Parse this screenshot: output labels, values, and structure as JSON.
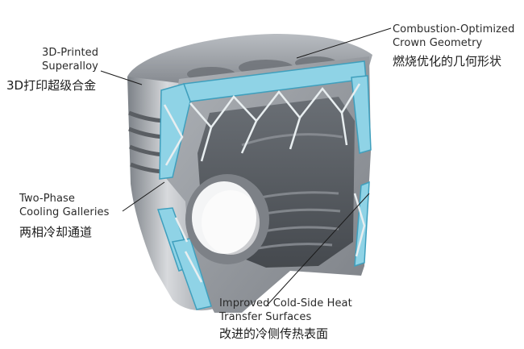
{
  "labels": {
    "crown": {
      "en_line1": "Combustion-Optimized",
      "en_line2": "Crown Geometry",
      "zh": "燃烧优化的几何形状"
    },
    "superalloy": {
      "en_line1": "3D-Printed",
      "en_line2": "Superalloy",
      "zh": "3D打印超级合金"
    },
    "cooling": {
      "en_line1": "Two-Phase",
      "en_line2": "Cooling Galleries",
      "zh": "两相冷却通道"
    },
    "transfer": {
      "en_line1": "Improved Cold-Side Heat",
      "en_line2": "Transfer Surfaces",
      "zh": "改进的冷侧传热表面"
    }
  },
  "colors": {
    "metal_light": "#c9ccd0",
    "metal_mid": "#9a9ea4",
    "metal_dark": "#5e6268",
    "cooling_channel": "#8fd3e6",
    "cooling_channel_dark": "#3f9fbd",
    "leader_line": "#1a1a1a"
  }
}
